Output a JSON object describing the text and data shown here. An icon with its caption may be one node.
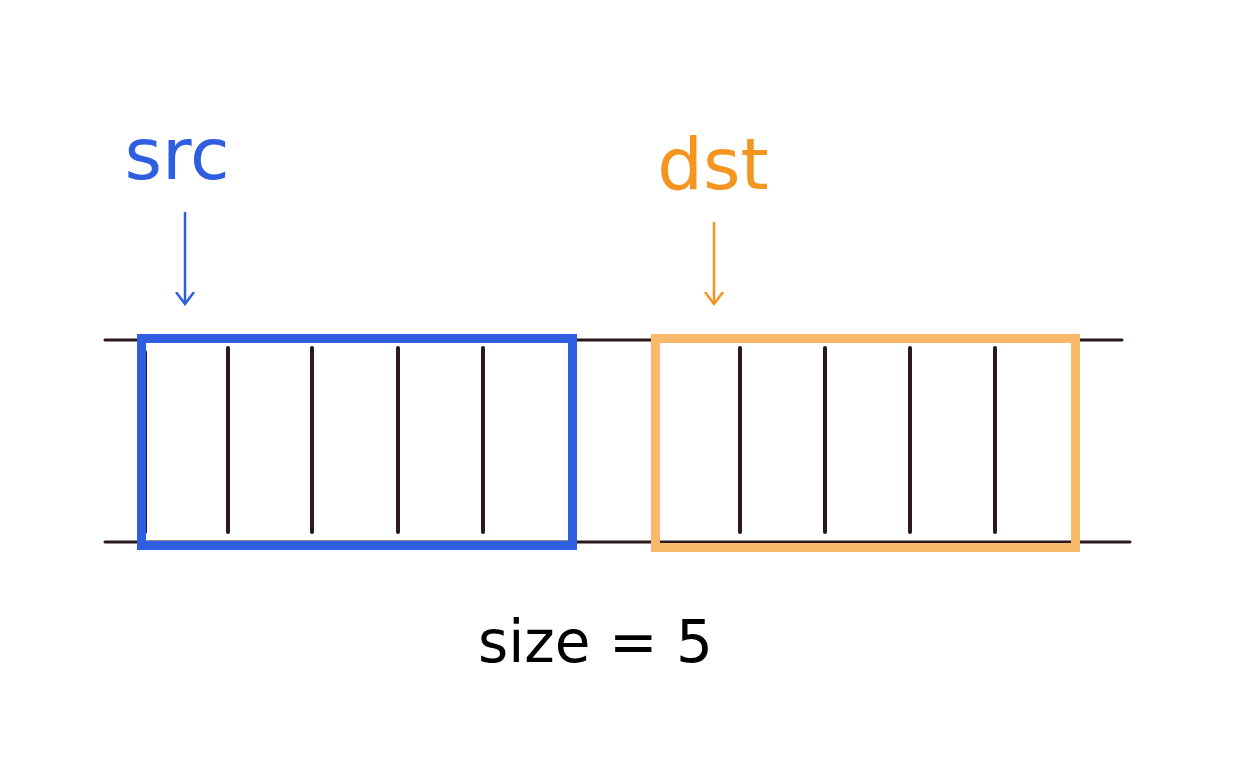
{
  "diagram": {
    "nodes": [
      {
        "text": [
          "src"
        ]
      },
      {
        "text": [
          "dst"
        ]
      },
      {
        "text": [],
        "shape": "box"
      },
      {
        "text": [],
        "shape": "box"
      }
    ],
    "edges": [
      {
        "from": 0,
        "to": 2,
        "arrow": "to",
        "color": "#2f5fe0"
      },
      {
        "from": 1,
        "to": 3,
        "arrow": "to",
        "color": "#f4951f"
      }
    ],
    "labels": [
      "size = 5"
    ]
  }
}
